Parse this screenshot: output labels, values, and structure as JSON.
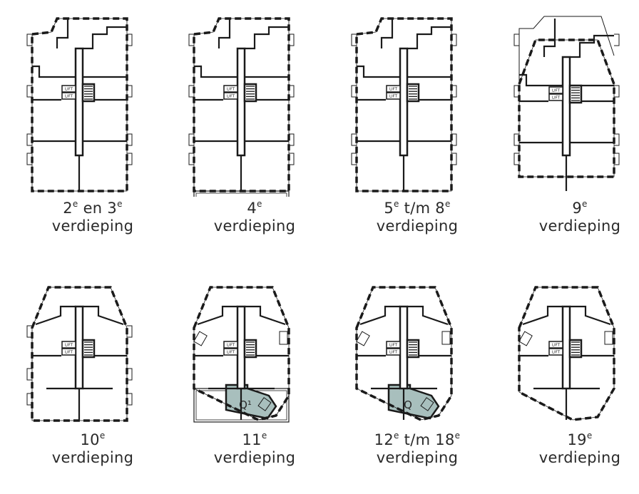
{
  "colors": {
    "wall": "#1a1a1a",
    "shaded_unit": "#a8bfbd",
    "text": "#2a2a2a"
  },
  "core": {
    "lift_label": "LIFT"
  },
  "floors": [
    {
      "id": "f2-3",
      "shape": "rect-notch",
      "terrace": false,
      "bays": true,
      "shaded": null,
      "label": [
        {
          "t": "2"
        },
        {
          "sup": "e"
        },
        {
          "t": " en 3"
        },
        {
          "sup": "e"
        }
      ],
      "line2": "verdieping"
    },
    {
      "id": "f4",
      "shape": "rect-notch",
      "terrace": true,
      "bays": true,
      "shaded": null,
      "label": [
        {
          "t": "4"
        },
        {
          "sup": "e"
        }
      ],
      "line2": "verdieping"
    },
    {
      "id": "f5-8",
      "shape": "rect-notch",
      "terrace": false,
      "bays": true,
      "shaded": null,
      "label": [
        {
          "t": "5"
        },
        {
          "sup": "e"
        },
        {
          "t": " t/m 8"
        },
        {
          "sup": "e"
        }
      ],
      "line2": "verdieping"
    },
    {
      "id": "f9",
      "shape": "chamfer",
      "terrace": false,
      "bays": true,
      "shaded": null,
      "label": [
        {
          "t": "9"
        },
        {
          "sup": "e"
        }
      ],
      "line2": "verdieping"
    },
    {
      "id": "f10",
      "shape": "chamfer",
      "terrace": false,
      "bays": true,
      "shaded": null,
      "label": [
        {
          "t": "10"
        },
        {
          "sup": "e"
        }
      ],
      "line2": "verdieping"
    },
    {
      "id": "f11",
      "shape": "slant",
      "terrace": true,
      "bays": false,
      "shaded": "Q¹",
      "label": [
        {
          "t": "11"
        },
        {
          "sup": "e"
        }
      ],
      "line2": "verdieping"
    },
    {
      "id": "f12-18",
      "shape": "slant",
      "terrace": false,
      "bays": false,
      "shaded": "Q",
      "label": [
        {
          "t": "12"
        },
        {
          "sup": "e"
        },
        {
          "t": " t/m 18"
        },
        {
          "sup": "e"
        }
      ],
      "line2": "verdieping"
    },
    {
      "id": "f19",
      "shape": "slant19",
      "terrace": false,
      "bays": false,
      "shaded": null,
      "label": [
        {
          "t": "19"
        },
        {
          "sup": "e"
        }
      ],
      "line2": "verdieping"
    }
  ]
}
